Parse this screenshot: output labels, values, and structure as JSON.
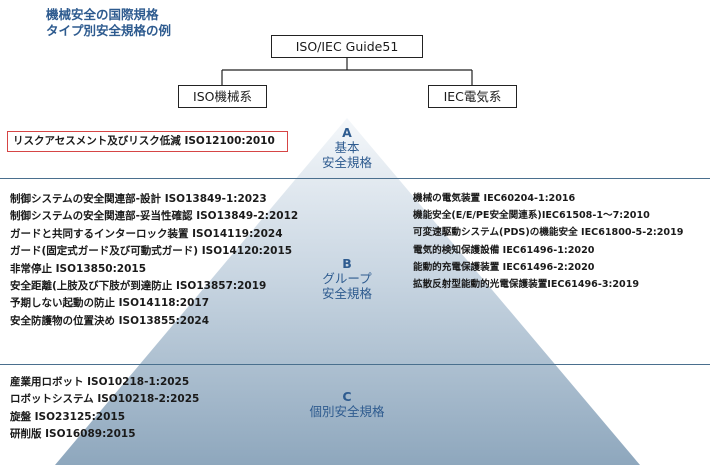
{
  "title": {
    "line1": "機械安全の国際規格",
    "line2": "タイプ別安全規格の例"
  },
  "hierarchy": {
    "root": "ISO/IEC Guide51",
    "left": "ISO機械系",
    "right": "IEC電気系"
  },
  "pyramid": {
    "a": {
      "letter": "A",
      "line1": "基本",
      "line2": "安全規格"
    },
    "b": {
      "letter": "B",
      "line1": "グループ",
      "line2": "安全規格"
    },
    "c": {
      "letter": "C",
      "line1": "個別安全規格"
    }
  },
  "risk_assessment": "リスクアセスメント及びリスク低減 ISO12100:2010",
  "group_iso": [
    "制御システムの安全関連部-設計 ISO13849-1:2023",
    "制御システムの安全関連部-妥当性確認 ISO13849-2:2012",
    "ガードと共同するインターロック装置 ISO14119:2024",
    "ガード(固定式ガード及び可動式ガード) ISO14120:2015",
    "非常停止 ISO13850:2015",
    "安全距離(上肢及び下肢が到達防止 ISO13857:2019",
    "予期しない起動の防止 ISO14118:2017",
    "安全防護物の位置決め ISO13855:2024"
  ],
  "group_iec": [
    "機械の電気装置 IEC60204-1:2016",
    "機能安全(E/E/PE安全関連系)IEC61508-1～7:2010",
    "可変速駆動システム(PDS)の機能安全 IEC61800-5-2:2019",
    "電気的検知保護設備 IEC61496-1:2020",
    "能動的充電保護装置 IEC61496-2:2020",
    "拡散反射型能動的光電保護装置IEC61496-3:2019"
  ],
  "individual": [
    "産業用ロボット ISO10218-1:2025",
    "ロボットシステム ISO10218-2:2025",
    "旋盤 ISO23125:2015",
    "研削版 ISO16089:2015"
  ],
  "colors": {
    "title": "#2e5b8f",
    "risk_border": "#d64545",
    "pyramid_top": "#f4f7fa",
    "pyramid_bottom": "#8ea7bd",
    "separator": "#4a6f8e"
  }
}
